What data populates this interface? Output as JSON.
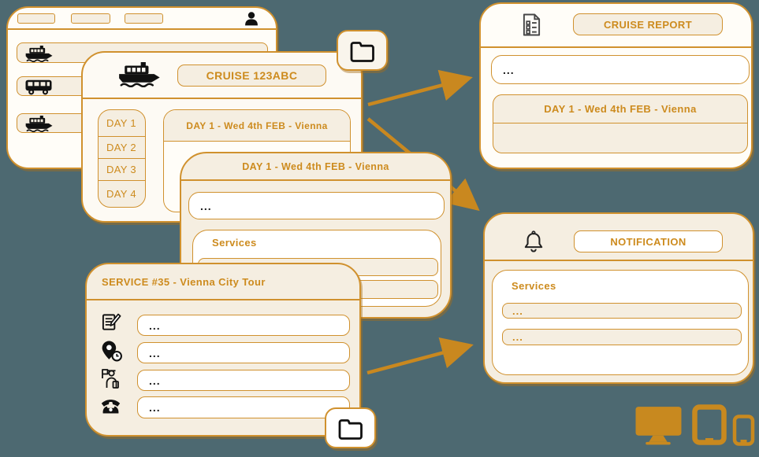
{
  "colors": {
    "background": "#4d6971",
    "accent_border": "#d0912e",
    "accent_text": "#cd8b1e",
    "arrow": "#c9881f",
    "cream": "#f5eee1",
    "paper": "#fffdf8",
    "ink": "#1c1c1c"
  },
  "app_window": {
    "tabs": [
      "",
      "",
      ""
    ],
    "items": [
      {
        "icon": "boat-icon"
      },
      {
        "icon": "bus-icon"
      },
      {
        "icon": "boat-icon"
      }
    ]
  },
  "cruise_window": {
    "icon": "boat-icon",
    "title": "CRUISE 123ABC",
    "days": [
      "DAY 1",
      "DAY 2",
      "DAY 3",
      "DAY 4"
    ],
    "day_panel_title": "DAY 1 - Wed 4th FEB - Vienna"
  },
  "day_window": {
    "title": "DAY 1 - Wed 4th FEB - Vienna",
    "input_value": "...",
    "services_label": "Services"
  },
  "service_window": {
    "title": "SERVICE #35 - Vienna City Tour",
    "rows": [
      {
        "icon": "notes-icon",
        "value": "..."
      },
      {
        "icon": "location-time-icon",
        "value": "..."
      },
      {
        "icon": "guide-icon",
        "value": "..."
      },
      {
        "icon": "phone-icon",
        "value": "..."
      }
    ]
  },
  "report_card": {
    "icon": "report-icon",
    "title": "CRUISE REPORT",
    "input_value": "...",
    "day_section_title": "DAY 1 - Wed 4th FEB - Vienna"
  },
  "notification_card": {
    "icon": "bell-icon",
    "title": "NOTIFICATION",
    "services_label": "Services",
    "items": [
      "...",
      "..."
    ]
  }
}
